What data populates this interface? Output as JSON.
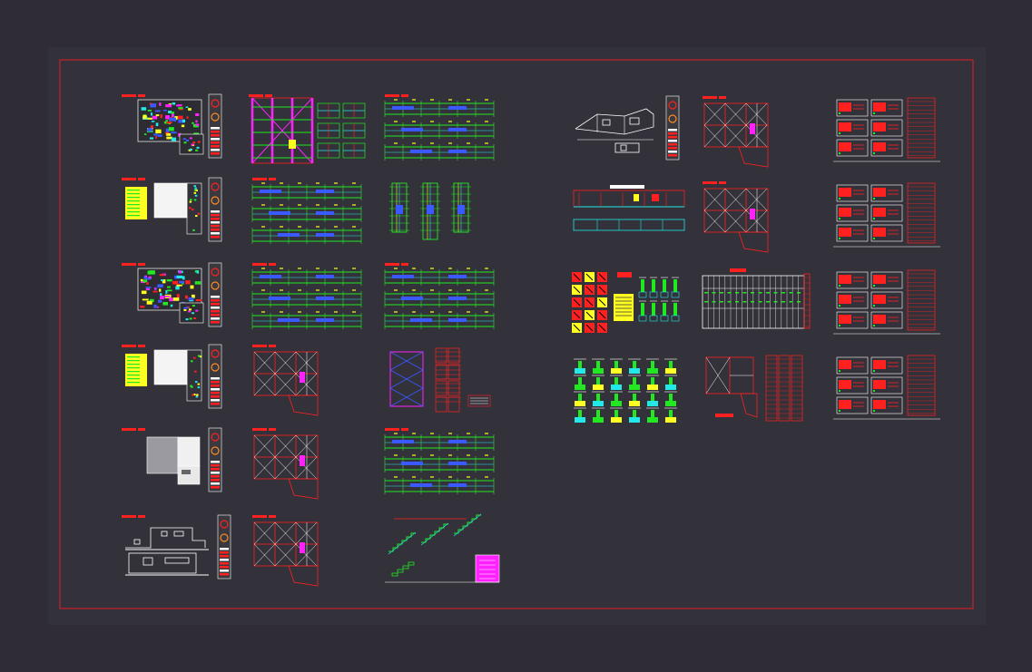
{
  "app": {
    "viewport_bg": "#2f2c35",
    "paper_bg": "#33323a",
    "border_color": "#c8202a"
  },
  "palette": {
    "red": "#ff2020",
    "green": "#22e822",
    "yellow": "#ffff22",
    "cyan": "#22e8e8",
    "blue": "#3a5aff",
    "magenta": "#ff22ff",
    "white": "#ffffff",
    "orange": "#ff8a20"
  },
  "sheets": {
    "left_group": [
      [
        "floor-plan-color",
        "wall-sections",
        "beam-elevations"
      ],
      [
        "floor-plan-legend",
        "beam-elevations",
        "column-details"
      ],
      [
        "floor-plan-color",
        "beam-elevations",
        "beam-elevations"
      ],
      [
        "floor-plan-legend",
        "structural-grid",
        "column-schedule"
      ],
      [
        "slab-plan",
        "structural-grid",
        "beam-elevations"
      ],
      [
        "building-elevation",
        "structural-grid",
        "stair-details"
      ]
    ],
    "right_group": [
      [
        "building-perspective",
        "structural-grid",
        "schedule-tables"
      ],
      [
        "building-section",
        "structural-grid",
        "schedule-tables"
      ],
      [
        "symbol-legend",
        "load-table",
        "schedule-tables"
      ],
      [
        "footing-details",
        "foundation-plan",
        "schedule-tables"
      ]
    ]
  }
}
